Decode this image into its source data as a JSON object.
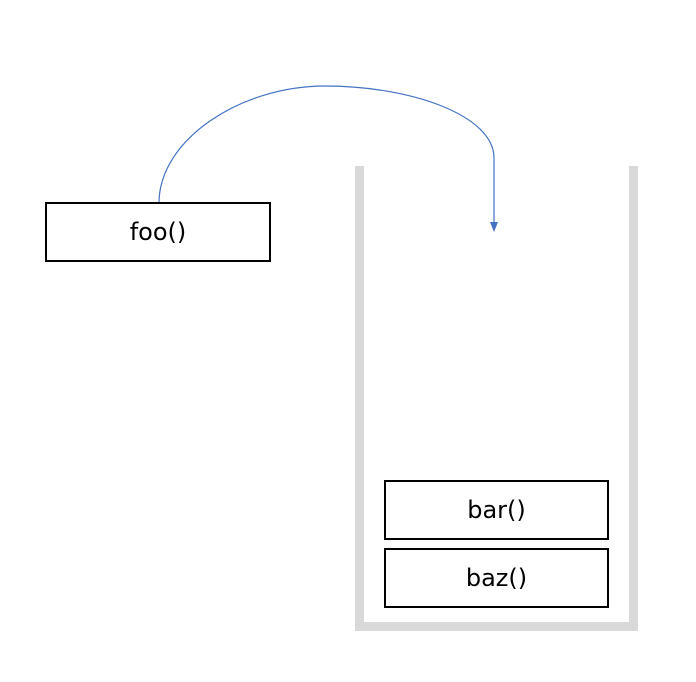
{
  "diagram": {
    "pending_call": {
      "label": "foo()"
    },
    "stack": {
      "frames": [
        {
          "label": "bar()"
        },
        {
          "label": "baz()"
        }
      ]
    },
    "colors": {
      "arrow": "#4472c4",
      "stack_wall": "#d9d9d9",
      "box_border": "#000000"
    }
  }
}
